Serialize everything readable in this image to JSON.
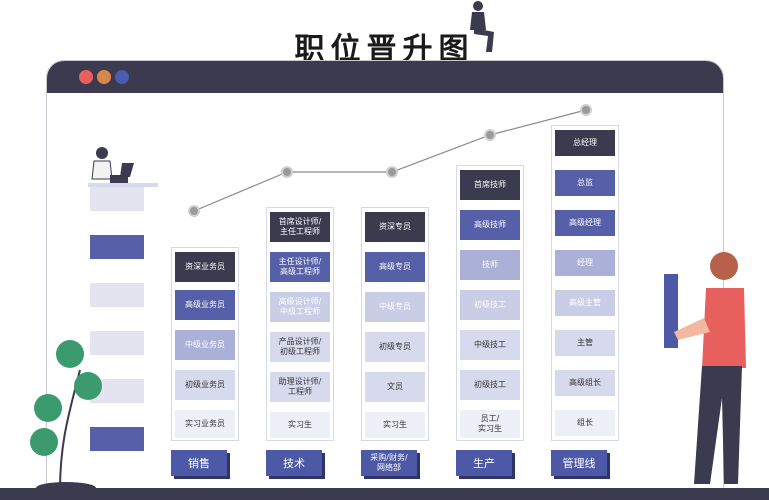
{
  "title": "职位晋升图",
  "colors": {
    "dark": "#3b3a4e",
    "accent": "#4d58a6",
    "red": "#e8605e",
    "orange": "#d9884a",
    "blue": "#4a5bb0"
  },
  "columns": [
    {
      "id": "sales",
      "label": "销售",
      "levels": [
        "资深业务员",
        "高级业务员",
        "中级业务员",
        "初级业务员",
        "实习业务员"
      ]
    },
    {
      "id": "tech",
      "label": "技术",
      "levels": [
        "首席设计师/\n主任工程师",
        "主任设计师/\n高级工程师",
        "高级设计师/\n中级工程师",
        "产品设计师/\n初级工程师",
        "助理设计师/\n工程师",
        "实习生"
      ]
    },
    {
      "id": "admin",
      "label": "采购/财务/\n网络部",
      "levels": [
        "资深专员",
        "高级专员",
        "中级专员",
        "初级专员",
        "文员",
        "实习生"
      ]
    },
    {
      "id": "production",
      "label": "生产",
      "levels": [
        "首席技师",
        "高级技师",
        "技师",
        "初级技工",
        "中级技工",
        "初级技工",
        "员工/\n实习生"
      ]
    },
    {
      "id": "management",
      "label": "管理线",
      "levels": [
        "总经理",
        "总监",
        "高级经理",
        "经理",
        "高级主管",
        "主管",
        "高级组长",
        "组长"
      ]
    }
  ]
}
